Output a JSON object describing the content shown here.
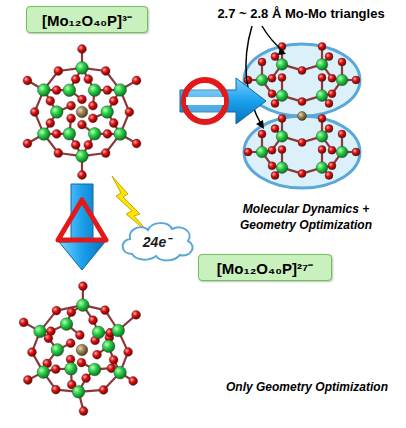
{
  "diagram": {
    "nodes": [
      {
        "text": [
          "[Mo₁₂O₄₀P]³⁻"
        ]
      },
      {
        "text": [
          "[Mo₁₂O₄₀P]²⁷⁻"
        ]
      },
      {
        "text": [
          "24e⁻"
        ]
      }
    ],
    "labels": [
      "2.7 ~ 2.8 Å Mo-Mo triangles",
      "Molecular Dynamics + Geometry Optimization",
      "Only Geometry Optimization"
    ]
  }
}
